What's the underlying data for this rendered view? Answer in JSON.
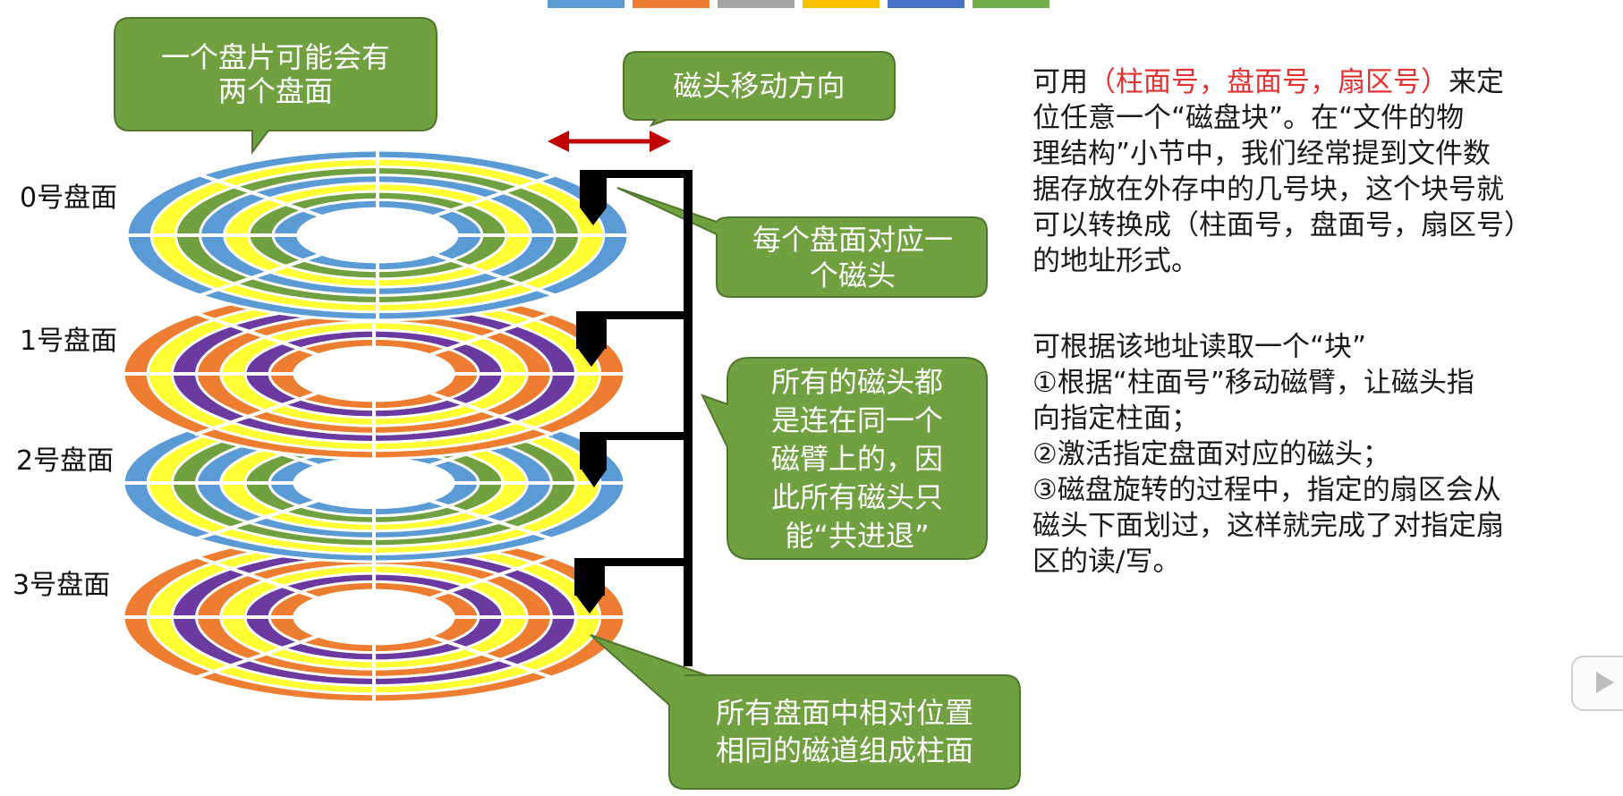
{
  "diagram": {
    "top_bar_colors": [
      "#5b9bd5",
      "#ed7d31",
      "#a5a5a5",
      "#ffc000",
      "#4472c4",
      "#70ad47"
    ],
    "surfaces": [
      {
        "label": "0号盘面",
        "colors": [
          "#5b9bd5",
          "#ffff33",
          "#70a03f"
        ]
      },
      {
        "label": "1号盘面",
        "colors": [
          "#ed7d31",
          "#ffff33",
          "#6a3aa0"
        ]
      },
      {
        "label": "2号盘面",
        "colors": [
          "#5b9bd5",
          "#ffff33",
          "#70a03f"
        ]
      },
      {
        "label": "3号盘面",
        "colors": [
          "#ed7d31",
          "#ffff33",
          "#6a3aa0"
        ]
      }
    ],
    "callouts": {
      "platter_surfaces": "一个盘片可能会有\n两个盘面",
      "head_direction": "磁头移动方向",
      "head_per_surface": "每个盘面对应一\n个磁头",
      "same_arm": "所有的磁头都\n是连在同一个\n磁臂上的，因\n此所有磁头只\n能“共进退”",
      "cylinder": "所有盘面中相对位置\n相同的磁道组成柱面"
    },
    "colors": {
      "callout_fill": "#70a03f",
      "callout_stroke": "#50762b",
      "arrow": "#c00000",
      "arm": "#000000",
      "highlight_text": "#e23232"
    }
  },
  "text": {
    "p1_prefix": "可用",
    "p1_highlight": "（柱面号，盘面号，扇区号）",
    "p1_line1_end": "来定",
    "p1_line2": "位任意一个“磁盘块”。在“文件的物",
    "p1_line3": "理结构”小节中，我们经常提到文件数",
    "p1_line4": "据存放在外存中的几号块，这个块号就",
    "p1_line5": "可以转换成（柱面号，盘面号，扇区号）",
    "p1_line6": "的地址形式。",
    "p2_line1": "可根据该地址读取一个“块”",
    "p2_line2": "①根据“柱面号”移动磁臂，让磁头指",
    "p2_line3": "向指定柱面；",
    "p2_line4": "②激活指定盘面对应的磁头；",
    "p2_line5": "③磁盘旋转的过程中，指定的扇区会从",
    "p2_line6": "磁头下面划过，这样就完成了对指定扇",
    "p2_line7": "区的读/写。"
  }
}
